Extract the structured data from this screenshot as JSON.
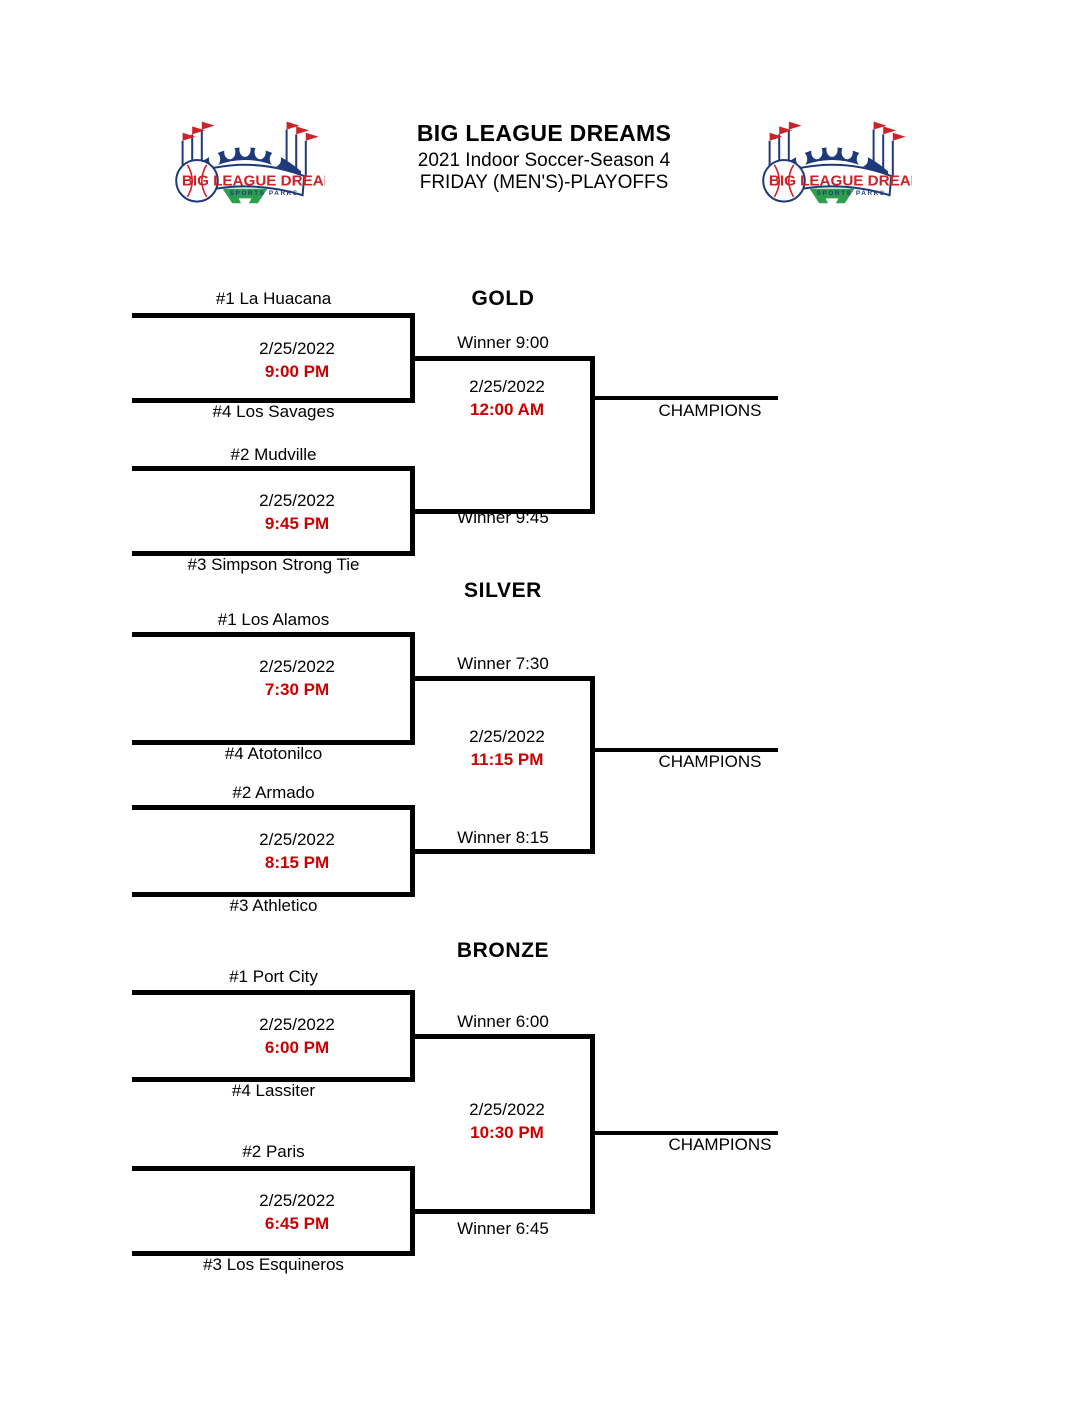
{
  "header": {
    "title": "BIG LEAGUE DREAMS",
    "subtitle1": "2021 Indoor Soccer-Season 4",
    "subtitle2": "FRIDAY (MEN'S)-PLAYOFFS",
    "logo_text_main": "BIG LEAGUE DREAMS",
    "logo_text_sub": "SPORTS PARKS",
    "logo_left_name": "big-league-dreams-logo-left",
    "logo_right_name": "big-league-dreams-logo-right"
  },
  "colors": {
    "time_red": "#cc0000",
    "line_black": "#000000",
    "logo_navy": "#1f3a7a",
    "logo_red": "#cc2229",
    "logo_green": "#2e9e4f",
    "background": "#ffffff"
  },
  "divisions": [
    {
      "name": "GOLD",
      "semifinals": [
        {
          "top_team": "#1 La Huacana",
          "bottom_team": "#4 Los Savages",
          "date": "2/25/2022",
          "time": "9:00 PM",
          "advances_label": "Winner 9:00"
        },
        {
          "top_team": "#2 Mudville",
          "bottom_team": "#3 Simpson Strong Tie",
          "date": "2/25/2022",
          "time": "9:45 PM",
          "advances_label": "Winner 9:45"
        }
      ],
      "final": {
        "date": "2/25/2022",
        "time": "12:00 AM",
        "champions_label": "CHAMPIONS"
      }
    },
    {
      "name": "SILVER",
      "semifinals": [
        {
          "top_team": "#1 Los Alamos",
          "bottom_team": "#4 Atotonilco",
          "date": "2/25/2022",
          "time": "7:30 PM",
          "advances_label": "Winner 7:30"
        },
        {
          "top_team": "#2 Armado",
          "bottom_team": "#3 Athletico",
          "date": "2/25/2022",
          "time": "8:15 PM",
          "advances_label": "Winner 8:15"
        }
      ],
      "final": {
        "date": "2/25/2022",
        "time": "11:15 PM",
        "champions_label": "CHAMPIONS"
      }
    },
    {
      "name": "BRONZE",
      "semifinals": [
        {
          "top_team": "#1 Port City",
          "bottom_team": "#4 Lassiter",
          "date": "2/25/2022",
          "time": "6:00 PM",
          "advances_label": "Winner 6:00"
        },
        {
          "top_team": "#2 Paris",
          "bottom_team": "#3 Los Esquineros",
          "date": "2/25/2022",
          "time": "6:45 PM",
          "advances_label": "Winner 6:45"
        }
      ],
      "final": {
        "date": "2/25/2022",
        "time": "10:30 PM",
        "champions_label": "CHAMPIONS"
      }
    }
  ]
}
